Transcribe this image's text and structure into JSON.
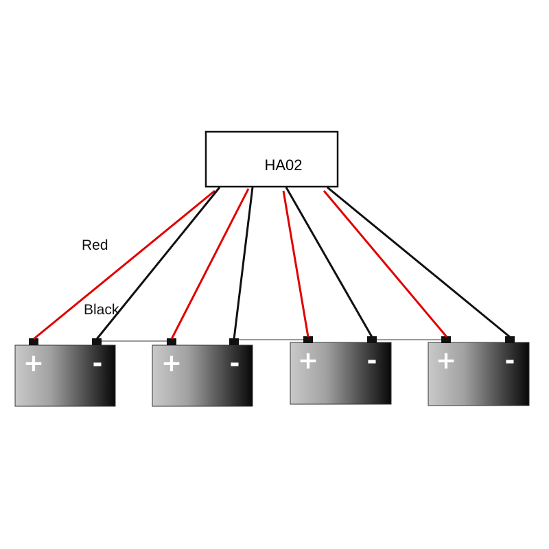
{
  "module": {
    "label": "HA02"
  },
  "wire_labels": {
    "red": "Red",
    "black": "Black"
  },
  "terminals": {
    "positive": "+",
    "negative": "-"
  },
  "colors": {
    "red_wire": "#e00000",
    "black_wire": "#111111",
    "link_wire": "#9a9a9a",
    "battery_light": "#c8c8c8",
    "battery_dark": "#0a0a0a"
  },
  "batteries": [
    {
      "positive": "+",
      "negative": "-"
    },
    {
      "positive": "+",
      "negative": "-"
    },
    {
      "positive": "+",
      "negative": "-"
    },
    {
      "positive": "+",
      "negative": "-"
    }
  ]
}
